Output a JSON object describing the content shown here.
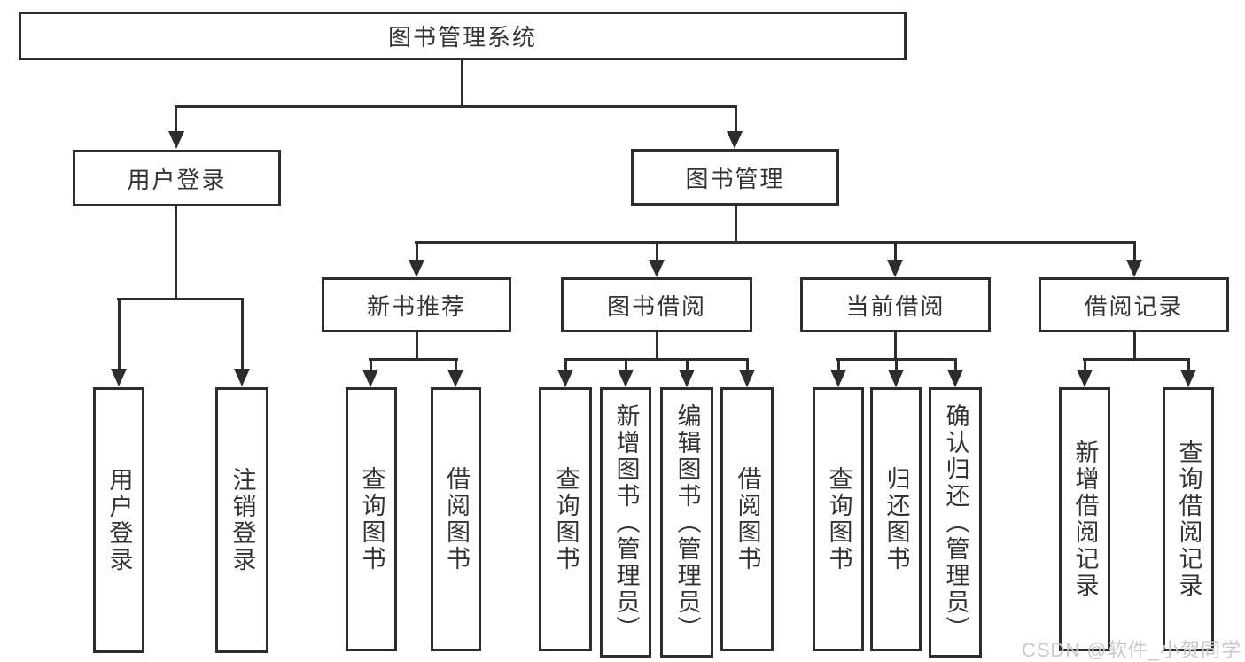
{
  "diagram": {
    "root": {
      "label": "图书管理系统"
    },
    "user_login": {
      "label": "用户登录",
      "children": [
        {
          "label": "用户登录"
        },
        {
          "label": "注销登录"
        }
      ]
    },
    "book_management": {
      "label": "图书管理",
      "groups": [
        {
          "label": "新书推荐",
          "children": [
            {
              "label": "查询图书"
            },
            {
              "label": "借阅图书"
            }
          ]
        },
        {
          "label": "图书借阅",
          "children": [
            {
              "label": "查询图书"
            },
            {
              "label": "新增图书（管理员）"
            },
            {
              "label": "编辑图书（管理员）"
            },
            {
              "label": "借阅图书"
            }
          ]
        },
        {
          "label": "当前借阅",
          "children": [
            {
              "label": "查询图书"
            },
            {
              "label": "归还图书"
            },
            {
              "label": "确认归还（管理员）"
            }
          ]
        },
        {
          "label": "借阅记录",
          "children": [
            {
              "label": "新增借阅记录"
            },
            {
              "label": "查询借阅记录"
            }
          ]
        }
      ]
    }
  },
  "watermark": {
    "text": "CSDN @软件_小贺同学"
  },
  "colors": {
    "line": "#2d2d2d",
    "text": "#333333",
    "box_background": "#ffffff",
    "watermark": "#c8c8c8",
    "background": "#ffffff"
  }
}
